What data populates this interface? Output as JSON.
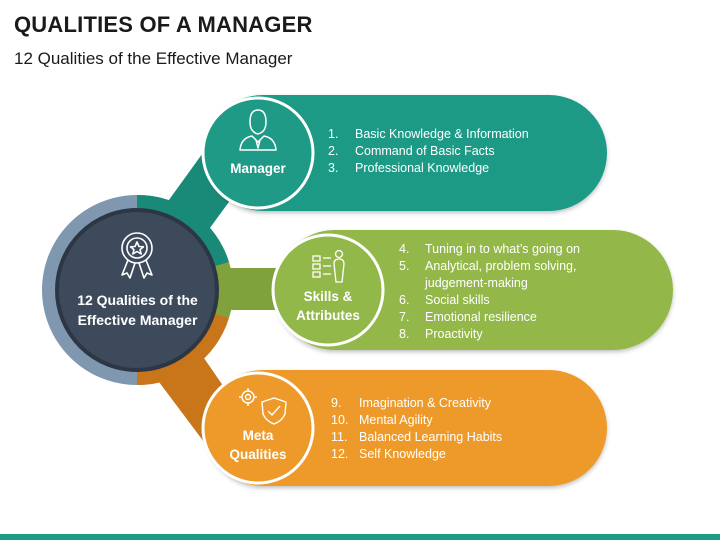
{
  "header": {
    "title": "QUALITIES OF A MANAGER",
    "subtitle": "12 Qualities of the Effective Manager"
  },
  "hub": {
    "label": "12 Qualities of the Effective Manager",
    "icon": "award-badge-icon"
  },
  "colors": {
    "teal": "#1f9a86",
    "green": "#93b84a",
    "orange": "#ee9a2a",
    "hub_dark": "#3d4a5c",
    "hub_ring": "#8097b0"
  },
  "groups": [
    {
      "label": "Manager",
      "icon": "manager-person-icon",
      "items": [
        {
          "num": "1.",
          "text": "Basic Knowledge & Information"
        },
        {
          "num": "2.",
          "text": "Command of Basic Facts"
        },
        {
          "num": "3.",
          "text": "Professional Knowledge"
        }
      ]
    },
    {
      "label": "Skills & Attributes",
      "icon": "checklist-person-icon",
      "items": [
        {
          "num": "4.",
          "text": "Tuning in to what’s going on"
        },
        {
          "num": "5.",
          "text": "Analytical, problem solving, judgement-making"
        },
        {
          "num": "6.",
          "text": "Social skills"
        },
        {
          "num": "7.",
          "text": "Emotional resilience"
        },
        {
          "num": "8.",
          "text": "Proactivity"
        }
      ]
    },
    {
      "label": "Meta Qualities",
      "icon": "gears-shield-icon",
      "items": [
        {
          "num": "9.",
          "text": "Imagination & Creativity"
        },
        {
          "num": "10.",
          "text": "Mental Agility"
        },
        {
          "num": "11.",
          "text": "Balanced Learning Habits"
        },
        {
          "num": "12.",
          "text": "Self Knowledge"
        }
      ]
    }
  ]
}
